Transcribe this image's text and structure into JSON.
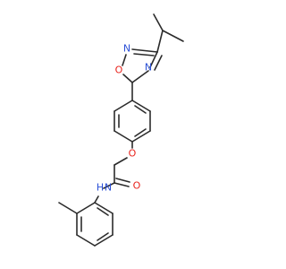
{
  "molecule": {
    "atoms": {
      "oxadiazole_o": "O",
      "oxadiazole_n2": "N",
      "oxadiazole_n4": "N",
      "ether_o": "O",
      "carbonyl_o": "O",
      "amide_n": "N",
      "amide_h": "H"
    },
    "colors": {
      "bond": "#2b2b2b",
      "oxygen": "#e8231c",
      "nitrogen": "#2a4fd6"
    }
  }
}
